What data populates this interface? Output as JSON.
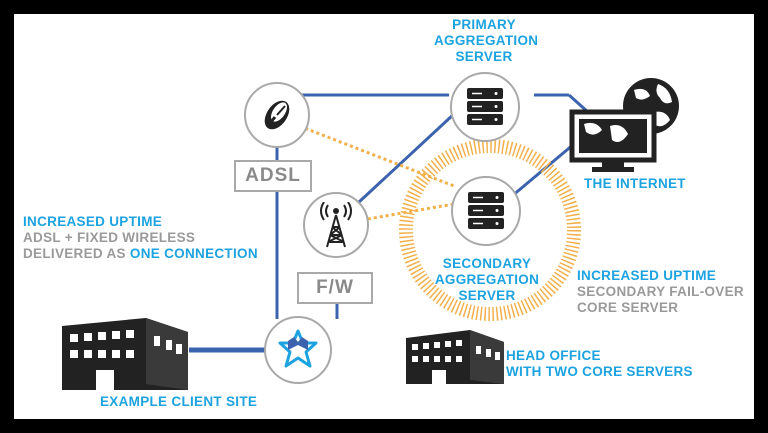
{
  "diagram": {
    "nodes": {
      "adsl_box": "ADSL",
      "fw_box": "F/W",
      "primary_server": [
        "PRIMARY",
        "AGGREGATION",
        "SERVER"
      ],
      "secondary_server": [
        "SECONDARY",
        "AGGREGATION",
        "SERVER"
      ],
      "internet": "THE INTERNET",
      "client_site": "EXAMPLE CLIENT SITE",
      "head_office": [
        "HEAD OFFICE",
        "WITH TWO CORE SERVERS"
      ]
    },
    "callouts": {
      "left": {
        "line1": "INCREASED UPTIME",
        "line2": "ADSL + FIXED WIRELESS",
        "line3_prefix": "DELIVERED AS ",
        "line3_highlight": "ONE CONNECTION"
      },
      "right": {
        "line1": "INCREASED UPTIME",
        "line2": "SECONDARY FAIL-OVER",
        "line3": "CORE SERVER"
      }
    },
    "icons": [
      "satellite-dish-icon",
      "radio-tower-icon",
      "server-rack-icon",
      "globe-monitor-icon",
      "building-icon",
      "logo-star-icon"
    ],
    "colors": {
      "line_blue": "#3c63ad",
      "dotted_orange": "#f2b04a",
      "text_blue": "#1ca3e0",
      "text_grey": "#9a9a9a",
      "icon_dark": "#222222"
    }
  }
}
